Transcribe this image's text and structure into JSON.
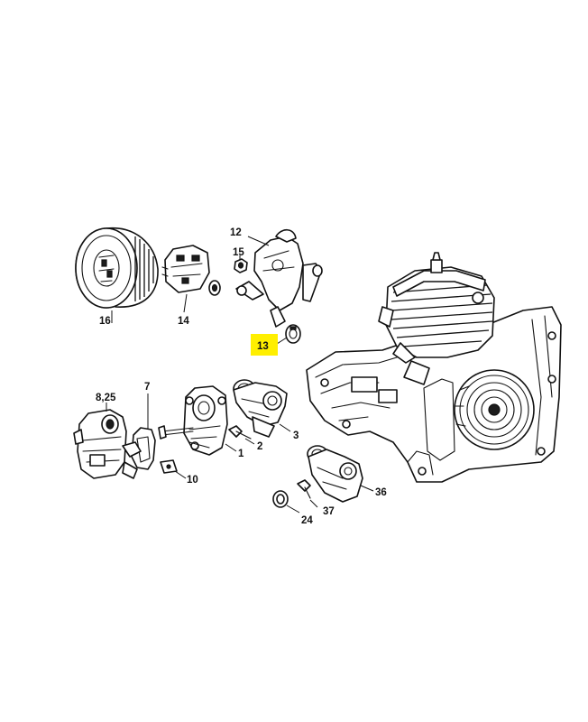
{
  "callouts": {
    "c12": "12",
    "c15": "15",
    "c16": "16",
    "c14": "14",
    "c13": "13",
    "c825": "8,25",
    "c7": "7",
    "c2": "2",
    "c3": "3",
    "c1": "1",
    "c10": "10",
    "c36": "36",
    "c37": "37",
    "c24": "24"
  },
  "highlighted_callout": "13",
  "colors": {
    "highlight": "#ffef00",
    "line": "#111111",
    "background": "#ffffff"
  }
}
